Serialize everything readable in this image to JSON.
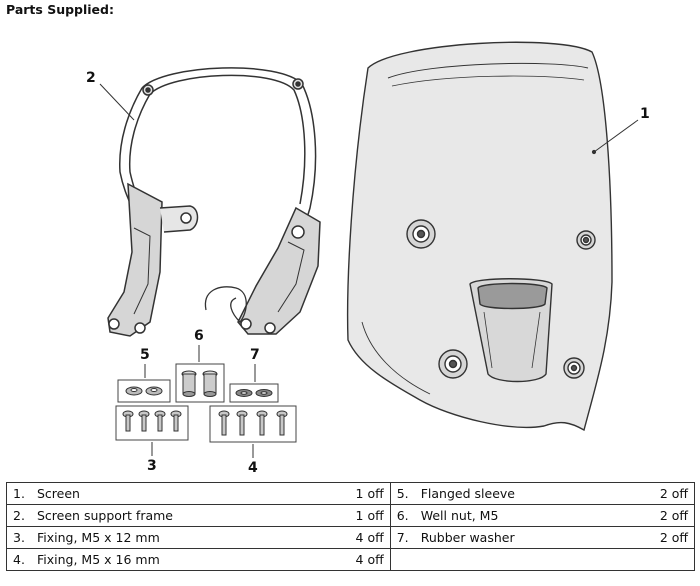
{
  "heading": "Parts Supplied:",
  "callouts": {
    "screen": "1",
    "support_frame": "2",
    "fixing_12": "3",
    "fixing_16": "4",
    "flanged_sleeve": "5",
    "well_nut": "6",
    "rubber_washer": "7"
  },
  "parts_table": {
    "rows": [
      {
        "left": {
          "num": "1.",
          "desc": "Screen",
          "qty": "1 off"
        },
        "right": {
          "num": "5.",
          "desc": "Flanged sleeve",
          "qty": "2 off"
        }
      },
      {
        "left": {
          "num": "2.",
          "desc": "Screen support frame",
          "qty": "1 off"
        },
        "right": {
          "num": "6.",
          "desc": "Well nut, M5",
          "qty": "2 off"
        }
      },
      {
        "left": {
          "num": "3.",
          "desc": "Fixing, M5 x 12 mm",
          "qty": "4 off"
        },
        "right": {
          "num": "7.",
          "desc": "Rubber washer",
          "qty": "2 off"
        }
      },
      {
        "left": {
          "num": "4.",
          "desc": "Fixing, M5 x 16 mm",
          "qty": "4 off"
        },
        "right": {
          "num": "",
          "desc": "",
          "qty": ""
        }
      }
    ]
  }
}
